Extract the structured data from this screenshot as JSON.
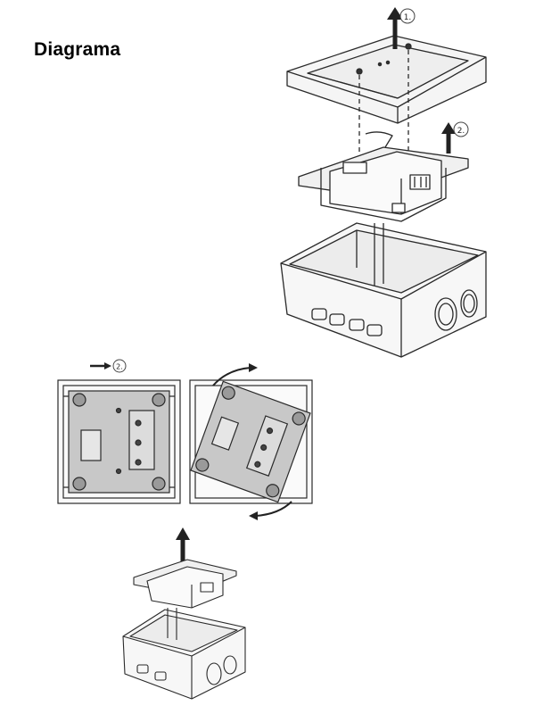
{
  "title": "Diagrama",
  "steps": {
    "step1": "1.",
    "step2": "2.",
    "step2b": "2."
  },
  "icons": [
    "arrow-up-icon",
    "arrow-right-icon",
    "rotate-arrow-icon"
  ],
  "colors": {
    "line": "#2a2a2a",
    "plate": "#c8c8c8",
    "box": "#f4f4f4"
  }
}
